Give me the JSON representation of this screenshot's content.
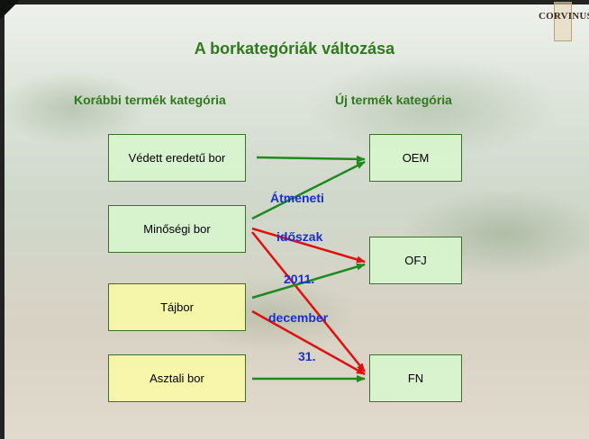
{
  "slide": {
    "title": "A borkategóriák változása",
    "logo_text": "CORVINUS",
    "heading_left": "Korábbi termék kategória",
    "heading_right": "Új termék kategória",
    "old_categories": [
      "Védett eredetű bor",
      "Minőségi bor",
      "Tájbor",
      "Asztali bor"
    ],
    "new_categories": [
      "OEM",
      "OFJ",
      "FN"
    ],
    "transition_note": [
      "Átmeneti",
      "időszak",
      "2011.",
      "december",
      "31."
    ]
  },
  "colors": {
    "title_green": "#2f7a1d",
    "arrow_green": "#1e8a1e",
    "arrow_red": "#e01010",
    "note_blue": "#1a2fd0",
    "box_green": "#d7f5cd",
    "box_yellow": "#f8f8aa"
  }
}
